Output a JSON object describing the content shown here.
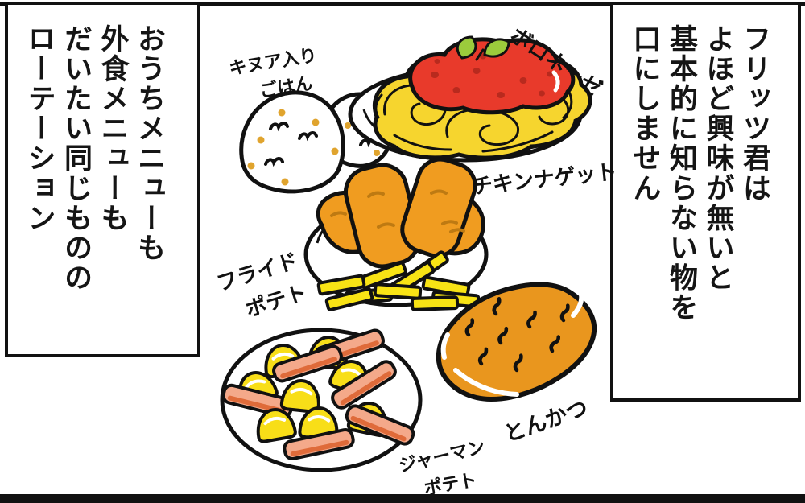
{
  "captions": {
    "right": {
      "lines": [
        "フリッツ君は",
        "よほど興味が無いと",
        "基本的に知らない物を",
        "口にしません"
      ]
    },
    "left": {
      "lines": [
        "おうちメニューも",
        "外食メニューも",
        "だいたい同じものの",
        "ローテーション"
      ]
    }
  },
  "food_labels": {
    "quinoa_rice_line1": "キヌア入り",
    "quinoa_rice_line2": "ごはん",
    "bolognese": "ボロネーゼ",
    "chicken_nugget": "チキンナゲット",
    "fried_potato_line1": "フライド",
    "fried_potato_line2": "ポテト",
    "tonkatsu": "とんかつ",
    "german_potato_line1": "ジャーマン",
    "german_potato_line2": "ポテト"
  },
  "colors": {
    "outline": "#111111",
    "spaghetti_yellow": "#F6D52E",
    "sauce_red": "#E83A2B",
    "sauce_spot_red": "#B82A1E",
    "basil_green": "#9BCB3C",
    "quinoa_dot": "#E0A42E",
    "nugget_orange": "#F09C20",
    "nugget_detail": "#BE7A12",
    "fries_yellow": "#F8E315",
    "tonkatsu_orange": "#E9961E",
    "potato_yellow": "#F8DE18",
    "bacon_pink": "#F4A98A",
    "bacon_dark": "#DF6B3A"
  }
}
